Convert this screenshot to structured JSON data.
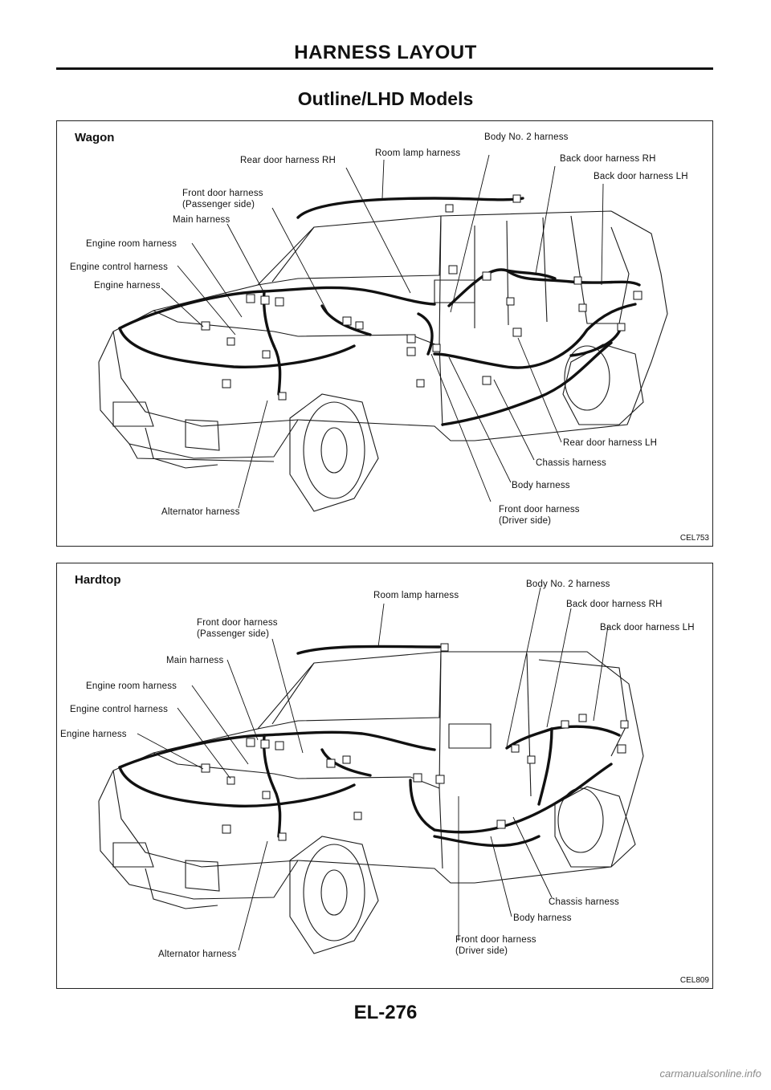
{
  "header": {
    "title": "HARNESS LAYOUT",
    "section_title": "Outline/LHD Models",
    "page_number": "EL-276"
  },
  "watermark": "carmanualsonline.info",
  "wagon": {
    "label": "Wagon",
    "code": "CEL753",
    "labels": {
      "rear_door_rh": "Rear door harness RH",
      "room_lamp": "Room lamp harness",
      "body_no2": "Body No. 2 harness",
      "back_door_rh": "Back door harness RH",
      "back_door_lh": "Back door harness LH",
      "front_door_pass_1": "Front door harness",
      "front_door_pass_2": "(Passenger side)",
      "main": "Main harness",
      "engine_room": "Engine room harness",
      "engine_control": "Engine control harness",
      "engine": "Engine harness",
      "rear_door_lh": "Rear door harness LH",
      "chassis": "Chassis harness",
      "body": "Body harness",
      "front_door_drv_1": "Front door harness",
      "front_door_drv_2": "(Driver side)",
      "alternator": "Alternator harness"
    }
  },
  "hardtop": {
    "label": "Hardtop",
    "code": "CEL809",
    "labels": {
      "room_lamp": "Room lamp harness",
      "body_no2": "Body No. 2 harness",
      "back_door_rh": "Back door harness RH",
      "back_door_lh": "Back door harness LH",
      "front_door_pass_1": "Front door harness",
      "front_door_pass_2": "(Passenger side)",
      "main": "Main harness",
      "engine_room": "Engine room harness",
      "engine_control": "Engine control harness",
      "engine": "Engine harness",
      "chassis": "Chassis harness",
      "body": "Body harness",
      "front_door_drv_1": "Front door harness",
      "front_door_drv_2": "(Driver side)",
      "alternator": "Alternator harness"
    }
  }
}
